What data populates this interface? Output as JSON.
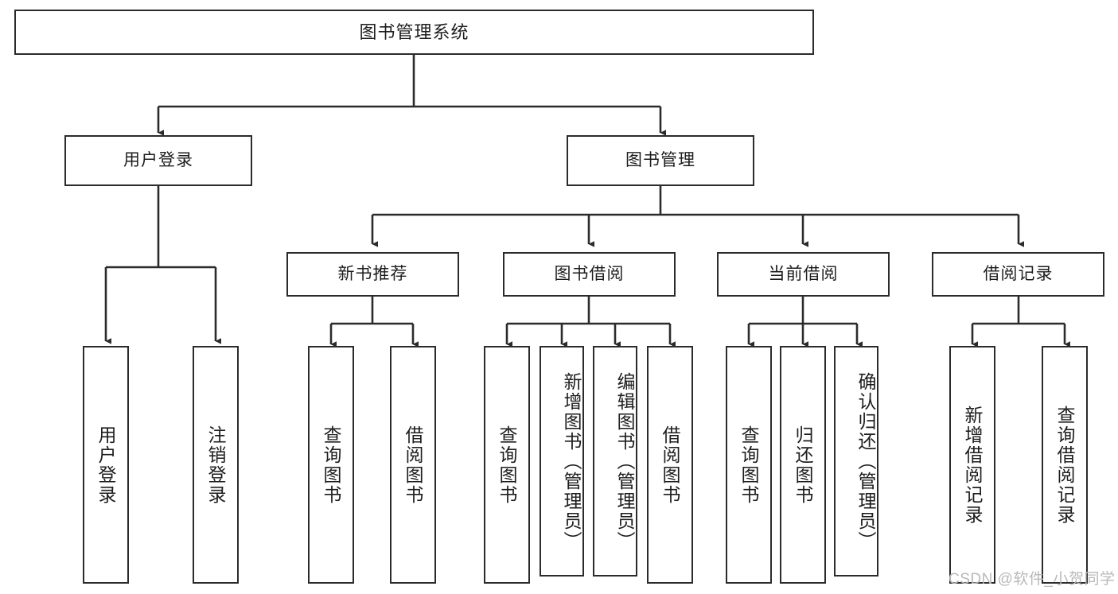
{
  "diagram": {
    "type": "tree",
    "title": "图书管理系统",
    "colors": {
      "stroke": "#2b2b2b",
      "fill": "#ffffff",
      "text": "#1d1d1d",
      "watermark": "#b9b9b9"
    },
    "root": {
      "label": "图书管理系统"
    },
    "level2": [
      {
        "label": "用户登录"
      },
      {
        "label": "图书管理"
      }
    ],
    "level3": [
      {
        "label": "新书推荐"
      },
      {
        "label": "图书借阅"
      },
      {
        "label": "当前借阅"
      },
      {
        "label": "借阅记录"
      }
    ],
    "leaves": {
      "user_login": [
        {
          "label": "用户登录"
        },
        {
          "label": "注销登录"
        }
      ],
      "new_book_recommend": [
        {
          "label": "查询图书"
        },
        {
          "label": "借阅图书"
        }
      ],
      "book_borrow": [
        {
          "label": "查询图书"
        },
        {
          "label": "新增图书（管理员）"
        },
        {
          "label": "编辑图书（管理员）"
        },
        {
          "label": "借阅图书"
        }
      ],
      "current_borrow": [
        {
          "label": "查询图书"
        },
        {
          "label": "归还图书"
        },
        {
          "label": "确认归还（管理员）"
        }
      ],
      "borrow_record": [
        {
          "label": "新增借阅记录"
        },
        {
          "label": "查询借阅记录"
        }
      ]
    }
  },
  "watermark": {
    "text": "CSDN @软件_小贺同学"
  }
}
